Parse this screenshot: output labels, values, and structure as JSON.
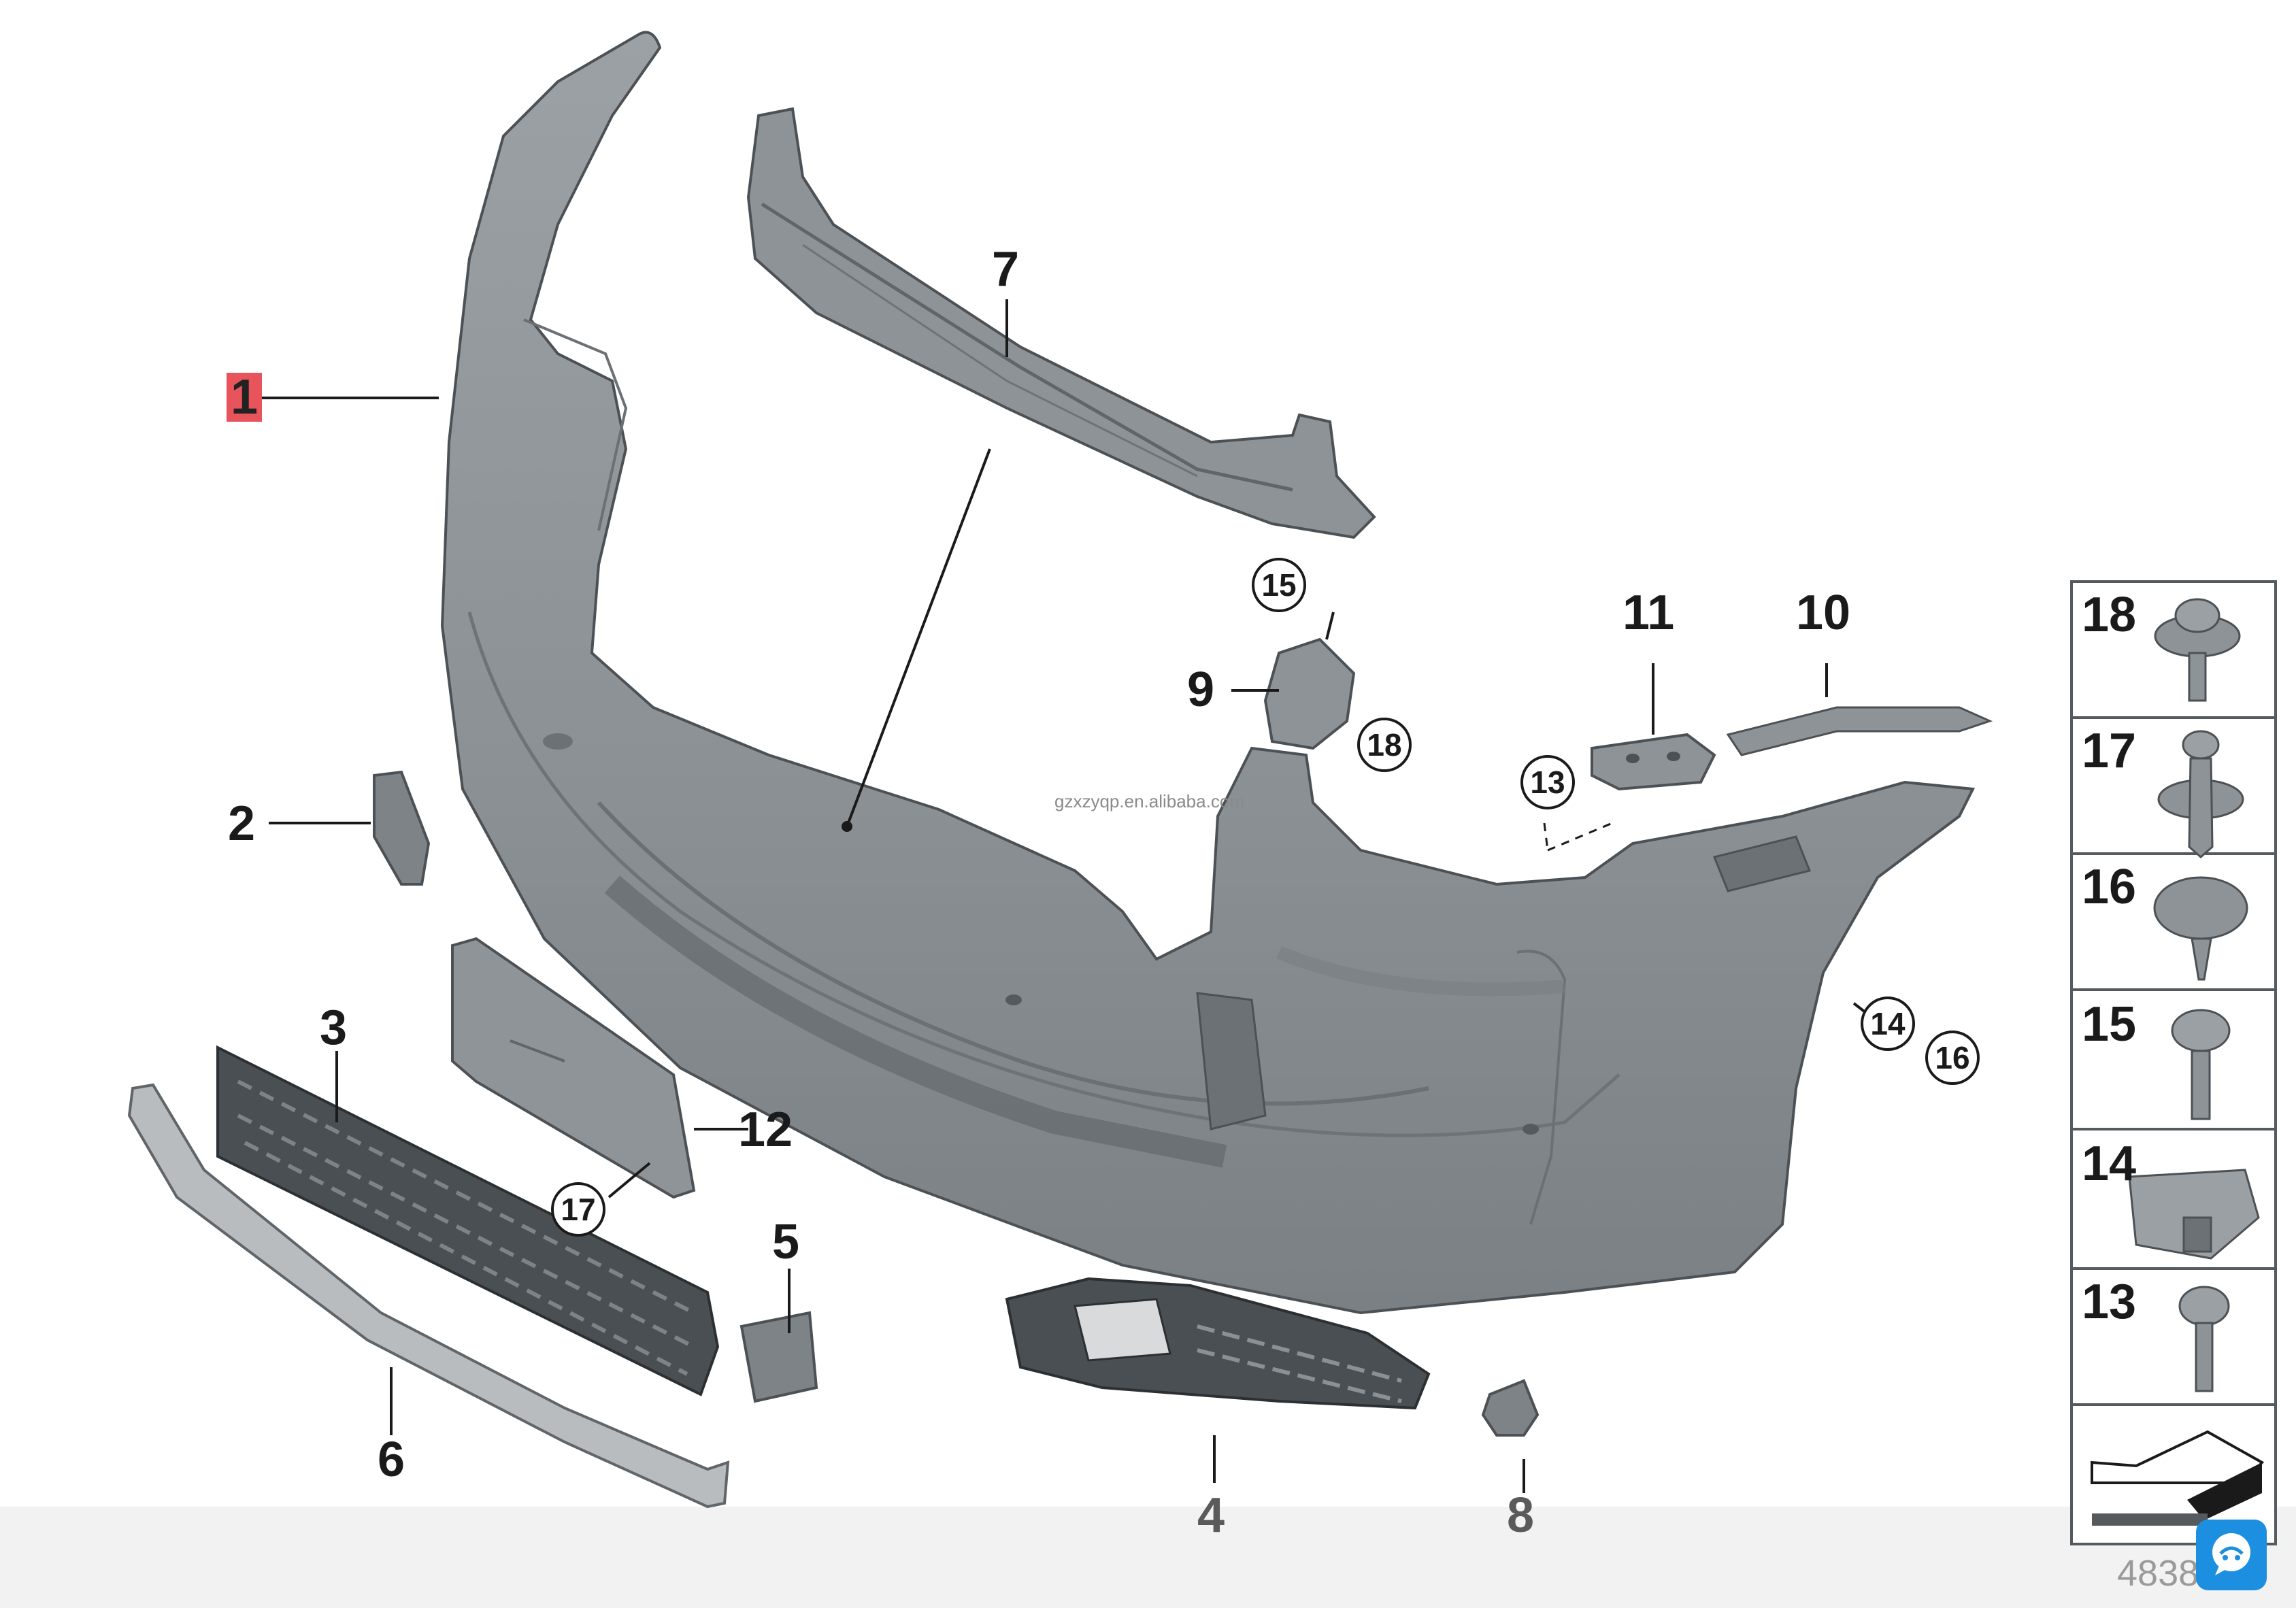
{
  "callouts": {
    "p1": "1",
    "p2": "2",
    "p3": "3",
    "p4": "4",
    "p5": "5",
    "p6": "6",
    "p7": "7",
    "p8": "8",
    "p9": "9",
    "p10": "10",
    "p11": "11",
    "p12": "12"
  },
  "circled": {
    "c13": "13",
    "c14": "14",
    "c15": "15",
    "c16": "16",
    "c17": "17",
    "c18": "18"
  },
  "legend": [
    "18",
    "17",
    "16",
    "15",
    "14",
    "13"
  ],
  "watermark": "gzxzyqp.en.alibaba.com",
  "diagram_number": "4838",
  "colors": {
    "part": "#8e9498",
    "part_dark": "#5f6569",
    "highlight": "#e8545c",
    "badge": "#1c8fe0"
  }
}
